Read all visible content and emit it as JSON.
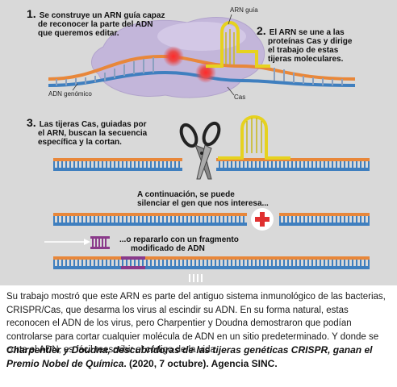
{
  "figure": {
    "step1": {
      "number": "1.",
      "lines": [
        "Se construye un ARN guía capaz",
        "de reconocer la parte del ADN",
        "que queremos editar."
      ]
    },
    "step2": {
      "number": "2.",
      "lines": [
        "El ARN se une a las",
        "proteínas Cas y dirige",
        "el trabajo de estas",
        "tijeras moleculares."
      ]
    },
    "step3": {
      "number": "3.",
      "lines": [
        "Las tijeras Cas, guiadas por",
        "el ARN, buscan la secuencia",
        "específica y la cortan."
      ]
    },
    "label_arn_guia": "ARN guía",
    "label_adn_genomico": "ADN genómico",
    "label_cas": "Cas",
    "silence_lines": [
      "A continuación, se puede",
      "silenciar el gen que nos interesa..."
    ],
    "repair_lines": [
      "...o repararlo con un fragmento",
      "modificado de ADN"
    ],
    "colors": {
      "background": "#d9d9d9",
      "dna_orange": "#e8873a",
      "dna_blue": "#3f7fbf",
      "rna_yellow": "#e6d21f",
      "cas_purple": "#c3b6da",
      "cut_red": "#e03030",
      "fragment_purple": "#8a3a8a"
    }
  },
  "caption": "Su trabajo mostró que este ARN es parte del antiguo sistema inmunológico de las bacterias, CRISPR/Cas, que desarma los virus al escindir su ADN. En su forma natural, estas reconocen el ADN de los virus, pero Charpentier y Doudna demostraron que podían controlarse para cortar cualquier molécula de ADN en un sitio predeterminado. Y donde se corta el ADN, es fácil reescribir el código de la vida.",
  "citation": {
    "title": "Charpentier y Doudna, descubridoras de las tijeras genéticas CRISPR, ganan el Premio Nobel de Química",
    "rest": ". (2020, 7 octubre). Agencia SINC."
  }
}
